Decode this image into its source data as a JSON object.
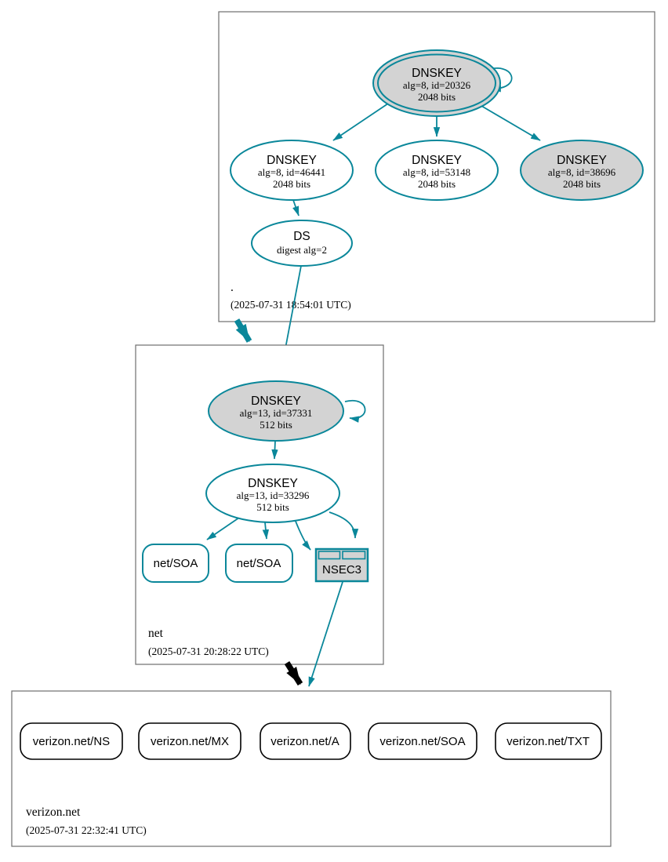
{
  "diagram": {
    "type": "dnssec-authentication-chain",
    "colors": {
      "secure_edge": "#0a879a",
      "insecure_edge": "#000000",
      "node_fill_gray": "#d3d3d3",
      "zone_border": "#6e6e6e"
    }
  },
  "zones": {
    "root": {
      "name": ".",
      "timestamp": "(2025-07-31 18:54:01 UTC)"
    },
    "net": {
      "name": "net",
      "timestamp": "(2025-07-31 20:28:22 UTC)"
    },
    "verizon": {
      "name": "verizon.net",
      "timestamp": "(2025-07-31 22:32:41 UTC)"
    }
  },
  "nodes": {
    "root_ksk": {
      "title": "DNSKEY",
      "detail": "alg=8, id=20326",
      "size": "2048 bits"
    },
    "root_zsk_46441": {
      "title": "DNSKEY",
      "detail": "alg=8, id=46441",
      "size": "2048 bits"
    },
    "root_zsk_53148": {
      "title": "DNSKEY",
      "detail": "alg=8, id=53148",
      "size": "2048 bits"
    },
    "root_zsk_38696": {
      "title": "DNSKEY",
      "detail": "alg=8, id=38696",
      "size": "2048 bits"
    },
    "root_ds": {
      "title": "DS",
      "detail": "digest alg=2"
    },
    "net_ksk": {
      "title": "DNSKEY",
      "detail": "alg=13, id=37331",
      "size": "512 bits"
    },
    "net_zsk": {
      "title": "DNSKEY",
      "detail": "alg=13, id=33296",
      "size": "512 bits"
    },
    "net_soa_left": {
      "label": "net/SOA"
    },
    "net_soa_right": {
      "label": "net/SOA"
    },
    "net_nsec3": {
      "label": "NSEC3"
    },
    "verizon_ns": {
      "label": "verizon.net/NS"
    },
    "verizon_mx": {
      "label": "verizon.net/MX"
    },
    "verizon_a": {
      "label": "verizon.net/A"
    },
    "verizon_soa": {
      "label": "verizon.net/SOA"
    },
    "verizon_txt": {
      "label": "verizon.net/TXT"
    }
  }
}
